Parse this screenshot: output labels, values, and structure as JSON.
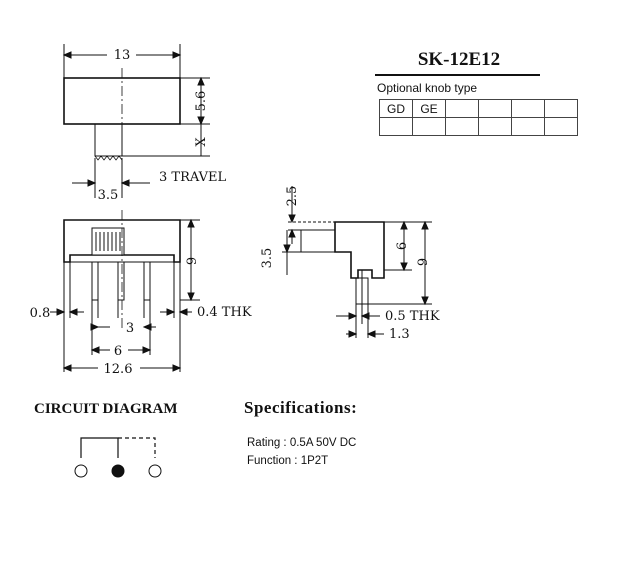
{
  "part_number": "SK-12E12",
  "knob_table": {
    "label": "Optional knob type",
    "row1": [
      "GD",
      "GE",
      "",
      "",
      "",
      ""
    ],
    "row2": [
      "",
      "",
      "",
      "",
      "",
      ""
    ]
  },
  "dimensions": {
    "top_width": "13",
    "body_height": "5.6",
    "x_mark": "X",
    "actuator_width": "3.5",
    "travel": "3 TRAVEL",
    "front_height": "9",
    "pin_offset": "0.8",
    "pin_pitch": "3",
    "pin_thickness": "0.4 THK",
    "pin_span": "6",
    "total_width": "12.6",
    "side_knob": "2.5",
    "side_knob_height": "3.5",
    "side_body": "6",
    "side_total": "9",
    "side_pin_thk": "0.5 THK",
    "side_pin_len": "1.3"
  },
  "circuit": {
    "title": "CIRCUIT DIAGRAM"
  },
  "specifications": {
    "title": "Specifications:",
    "rating": "Rating : 0.5A 50V DC",
    "function": "Function : 1P2T"
  }
}
